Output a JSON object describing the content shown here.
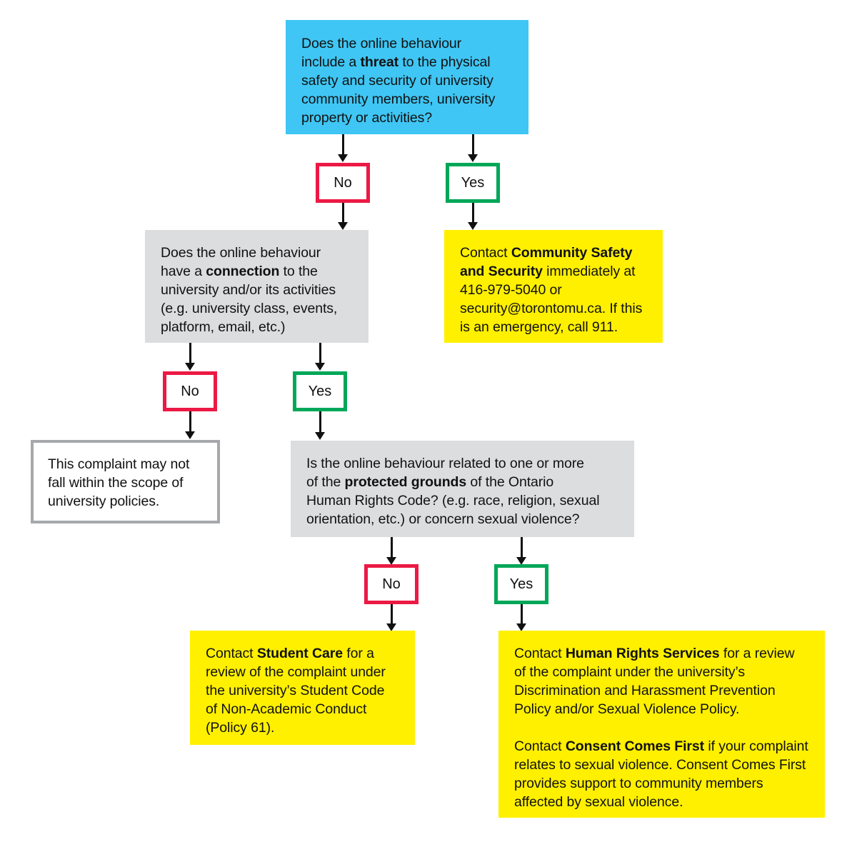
{
  "chart_data": {
    "type": "diagram",
    "title": "Online behaviour complaint decision flowchart",
    "diagram_kind": "decision-flowchart",
    "legend": {
      "no_color": "#ec1944",
      "yes_color": "#00a758",
      "question_start_color": "#3fc6f4",
      "question_color": "#dcdddf",
      "action_color": "#fff000",
      "out_of_scope_border_color": "#a6a8ab"
    },
    "nodes": [
      {
        "id": "q1",
        "kind": "question",
        "color": "#3fc6f4",
        "text": "Does the online behaviour include a threat to the physical safety and security of university community members, university property or activities?"
      },
      {
        "id": "q2",
        "kind": "question",
        "color": "#dcdddf",
        "text": "Does the online behaviour have a connection to the university and/or its activities (e.g. university class, events, platform, email, etc.)"
      },
      {
        "id": "q3",
        "kind": "question",
        "color": "#dcdddf",
        "text": "Is the online behaviour related to one or more of the protected grounds of the Ontario Human Rights Code? (e.g. race, religion, sexual orientation, etc.) or concern sexual violence?"
      },
      {
        "id": "a1",
        "kind": "action",
        "color": "#fff000",
        "text": "Contact Community Safety and Security immediately at 416-979-5040 or security@torontomu.ca. If this is an emergency, call 911."
      },
      {
        "id": "a2",
        "kind": "outcome",
        "color": "#ffffff",
        "text": "This complaint may not fall within the scope of university policies."
      },
      {
        "id": "a3",
        "kind": "action",
        "color": "#fff000",
        "text": "Contact Student Care for a review of the complaint under the university's Student Code of Non-Academic Conduct (Policy 61)."
      },
      {
        "id": "a4",
        "kind": "action",
        "color": "#fff000",
        "text": "Contact Human Rights Services for a review of the complaint under the university's Discrimination and Harassment Prevention Policy and/or Sexual Violence Policy. Contact Consent Comes First if your complaint relates to sexual violence. Consent Comes First provides support to community members affected by sexual violence."
      }
    ],
    "edges": [
      {
        "from": "q1",
        "to": "a2_path",
        "label": "No",
        "to_node": "q2"
      },
      {
        "from": "q1",
        "to": "a1",
        "label": "Yes",
        "to_node": "a1"
      },
      {
        "from": "q2",
        "to": "a2",
        "label": "No",
        "to_node": "a2"
      },
      {
        "from": "q2",
        "to": "q3",
        "label": "Yes",
        "to_node": "q3"
      },
      {
        "from": "q3",
        "to": "a3",
        "label": "No",
        "to_node": "a3"
      },
      {
        "from": "q3",
        "to": "a4",
        "label": "Yes",
        "to_node": "a4"
      }
    ]
  },
  "q1": {
    "line1": "Does the online behaviour",
    "line2a": "include a ",
    "line2b": "threat",
    "line2c": " to the physical",
    "line3": "safety and security of university",
    "line4": "community members, university",
    "line5": "property or activities?"
  },
  "q2": {
    "line1": "Does the online behaviour",
    "line2a": "have a ",
    "line2b": "connection",
    "line2c": " to the",
    "line3": "university and/or its activities",
    "line4": "(e.g. university class, events,",
    "line5": "platform, email, etc.)"
  },
  "q3": {
    "line1": "Is the online behaviour related to one or more",
    "line2a": "of the ",
    "line2b": "protected grounds",
    "line2c": " of the Ontario",
    "line3": "Human Rights Code? (e.g. race, religion, sexual",
    "line4": "orientation, etc.) or concern sexual violence?"
  },
  "a1": {
    "lead": "Contact ",
    "strong": "Community Safety and Security",
    "rest": " immediately at 416-979-5040 or security@torontomu.ca. If this is an emergency, call 911."
  },
  "a2": {
    "text": "This complaint may not fall within the scope of university policies."
  },
  "a3": {
    "lead": "Contact ",
    "strong": "Student Care",
    "rest": " for a review of the complaint under the university’s Student Code of Non-Academic Conduct (Policy 61)."
  },
  "a4": {
    "p1_lead": "Contact ",
    "p1_strong": "Human Rights Services",
    "p1_rest": " for a review of the complaint under the university’s Discrimination and Harassment Prevention Policy and/or Sexual Violence Policy.",
    "p2_lead": "Contact ",
    "p2_strong": "Consent Comes First",
    "p2_rest": " if your complaint relates to sexual violence. Consent Comes First provides support to community members affected by sexual violence."
  },
  "labels": {
    "no": "No",
    "yes": "Yes"
  }
}
